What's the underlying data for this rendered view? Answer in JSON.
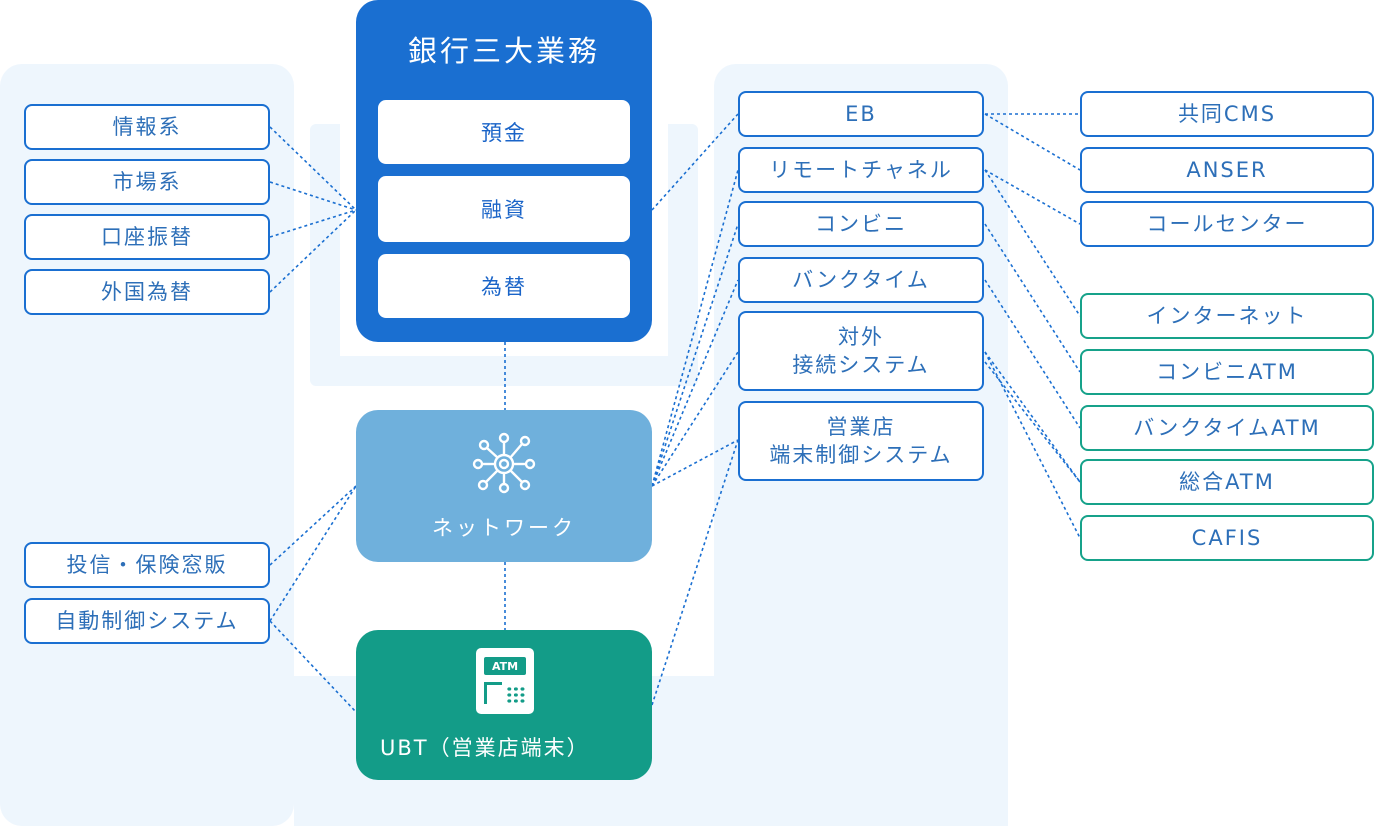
{
  "colors": {
    "blue": "#1a6fd1",
    "light_blue": "#6fb0dc",
    "green": "#139c88",
    "line": "#1a6fd1",
    "panel": "#eef6fd",
    "green_border": "#16a28a"
  },
  "core": {
    "title": "銀行三大業務",
    "items": [
      "預金",
      "融資",
      "為替"
    ]
  },
  "network": {
    "label": "ネットワーク",
    "icon": "network-hub-icon"
  },
  "ubt": {
    "label": "UBT（営業店端末）",
    "icon": "atm-icon",
    "icon_text": "ATM"
  },
  "left": {
    "top": [
      "情報系",
      "市場系",
      "口座振替",
      "外国為替"
    ],
    "bottom": [
      "投信・保険窓販",
      "自動制御システム"
    ]
  },
  "middle": [
    "EB",
    "リモートチャネル",
    "コンビニ",
    "バンクタイム",
    "対外\n接続システム",
    "営業店\n端末制御システム"
  ],
  "right_blue": [
    "共同CMS",
    "ANSER",
    "コールセンター"
  ],
  "right_green": [
    "インターネット",
    "コンビニATM",
    "バンクタイムATM",
    "総合ATM",
    "CAFIS"
  ]
}
